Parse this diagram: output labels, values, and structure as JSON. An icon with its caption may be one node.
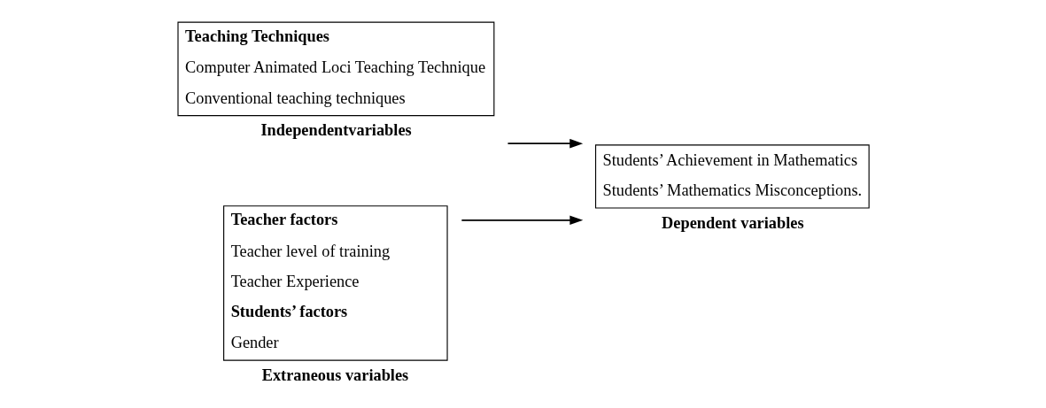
{
  "diagram": {
    "nodes": [
      {
        "text": [
          "Teaching Techniques",
          "Computer Animated Loci Teaching Technique",
          "Conventional teaching techniques"
        ],
        "beside": [
          "Independentvariables"
        ]
      },
      {
        "text": [
          "Teacher factors",
          "Teacher level of training",
          "Teacher Experience",
          "Students’ factors",
          "Gender"
        ],
        "beside": [
          "Extraneous variables"
        ]
      },
      {
        "text": [
          "Students’ Achievement in Mathematics",
          "Students’ Mathematics Misconceptions."
        ],
        "beside": [
          "Dependent variables"
        ]
      }
    ],
    "edges": [
      {
        "from": 0,
        "to": 2,
        "arrow": "to"
      },
      {
        "from": 1,
        "to": 2,
        "arrow": "to"
      }
    ]
  }
}
